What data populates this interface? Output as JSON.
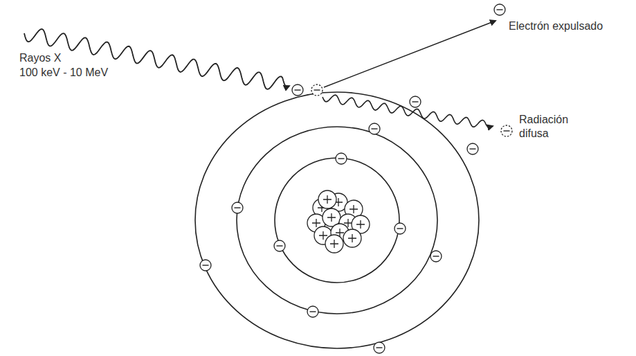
{
  "diagram": {
    "labels": [
      "Rayos X",
      "100 keV - 10 MeV",
      "Electrón expulsado",
      "Radiación difusa"
    ]
  }
}
